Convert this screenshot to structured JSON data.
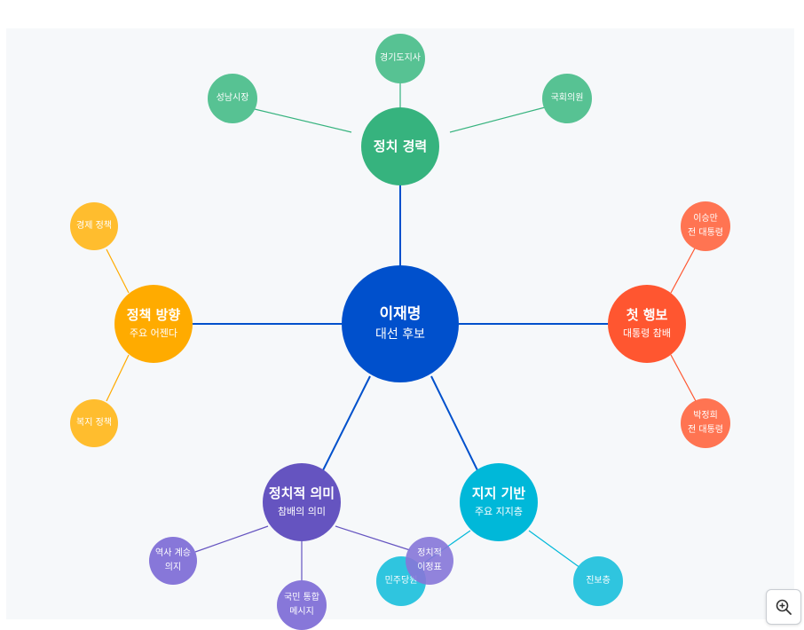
{
  "center": {
    "title": "이재명",
    "subtitle": "대선 후보",
    "color": "#0050cc"
  },
  "branches": {
    "career": {
      "title": "정치 경력",
      "color": "#36b37e",
      "leaves": [
        {
          "lines": [
            "경기도지사"
          ]
        },
        {
          "lines": [
            "성남시장"
          ]
        },
        {
          "lines": [
            "국회의원"
          ]
        }
      ]
    },
    "policy": {
      "title": "정책 방향",
      "subtitle": "주요 어젠다",
      "color": "#ffab00",
      "leaves": [
        {
          "lines": [
            "경제 정책"
          ]
        },
        {
          "lines": [
            "복지 정책"
          ]
        }
      ]
    },
    "first_act": {
      "title": "첫 행보",
      "subtitle": "대통령 참배",
      "color": "#ff5630",
      "leaves": [
        {
          "lines": [
            "이승만",
            "전 대통령"
          ]
        },
        {
          "lines": [
            "박정희",
            "전 대통령"
          ]
        }
      ]
    },
    "meaning": {
      "title": "정치적 의미",
      "subtitle": "참배의 의미",
      "color": "#6554c0",
      "leaves": [
        {
          "lines": [
            "역사 계승",
            "의지"
          ]
        },
        {
          "lines": [
            "국민 통합",
            "메시지"
          ]
        },
        {
          "lines": [
            "정치적",
            "이정표"
          ]
        }
      ]
    },
    "support": {
      "title": "지지 기반",
      "subtitle": "주요 지지층",
      "color": "#00b8d9",
      "leaves": [
        {
          "lines": [
            "민주당원"
          ]
        },
        {
          "lines": [
            "진보층"
          ]
        }
      ]
    }
  },
  "zoom_icon": "zoom-in-icon"
}
